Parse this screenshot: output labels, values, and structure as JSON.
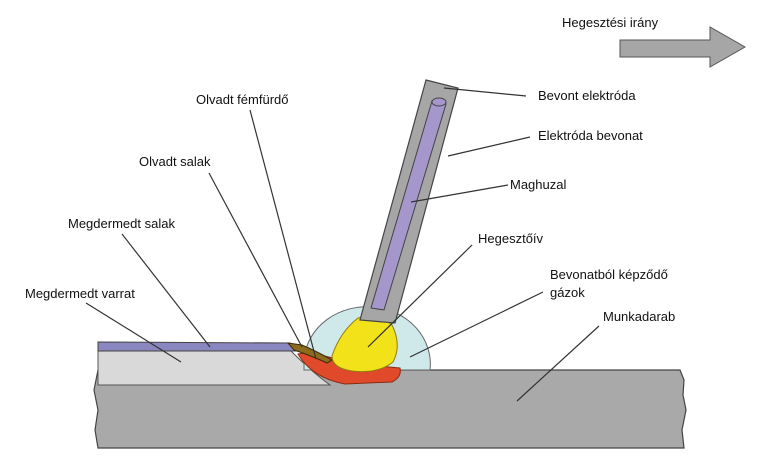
{
  "direction": {
    "label": "Hegesztési irány"
  },
  "labels": {
    "coated_electrode": "Bevont elektróda",
    "electrode_coating": "Elektróda bevonat",
    "core_wire": "Maghuzal",
    "arc": "Hegesztőív",
    "gases_line1": "Bevonatból képződő",
    "gases_line2": "gázok",
    "workpiece": "Munkadarab",
    "molten_pool": "Olvadt fémfürdő",
    "molten_slag": "Olvadt salak",
    "solid_slag": "Megdermedt salak",
    "solid_weld": "Megdermedt varrat"
  },
  "colors": {
    "workpiece": "#a9a9a9",
    "weld_bead": "#d9d9d9",
    "slag": "#8a86c0",
    "electrode_coating": "#a6a6a6",
    "core_wire": "#a596cc",
    "arc": "#f2e21a",
    "gas_shield": "#cfe8ea",
    "molten_pool": "#e0492a",
    "molten_slag": "#8c6a1e",
    "arrow": "#a6a6a6"
  }
}
